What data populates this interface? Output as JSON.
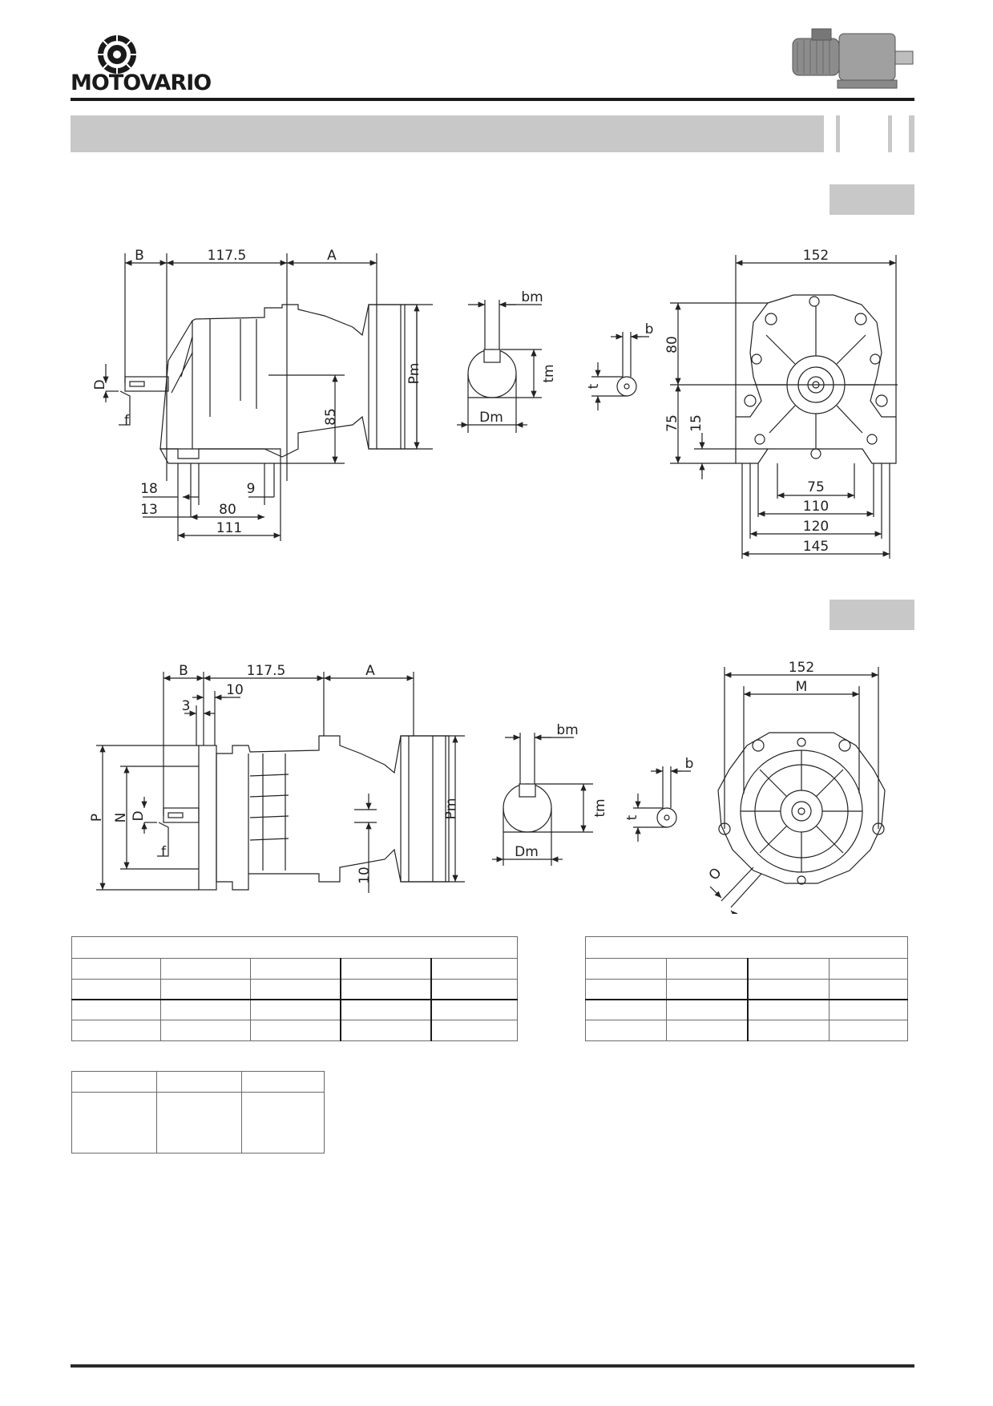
{
  "brand": {
    "name": "MOTOVARIO"
  },
  "colors": {
    "band": "#c8c8c8",
    "line": "#222222",
    "rule": "#1a1a1a"
  },
  "view_top": {
    "dims": {
      "B": "B",
      "len_117_5": "117.5",
      "A": "A",
      "Pm": "Pm",
      "D": "D",
      "f": "f",
      "d85": "85",
      "d18": "18",
      "d13": "13",
      "d9": "9",
      "d80": "80",
      "d111": "111",
      "bm": "bm",
      "tm": "tm",
      "Dm": "Dm",
      "b": "b",
      "t": "t",
      "d152": "152",
      "d80v": "80",
      "d75v": "75",
      "d15": "15",
      "d75": "75",
      "d110": "110",
      "d120": "120",
      "d145": "145"
    }
  },
  "view_bottom": {
    "dims": {
      "B": "B",
      "len_117_5": "117.5",
      "A": "A",
      "d10": "10",
      "d3": "3",
      "P": "P",
      "N": "N",
      "D": "D",
      "f": "f",
      "Pm": "Pm",
      "d10v": "10",
      "bm": "bm",
      "tm": "tm",
      "Dm": "Dm",
      "b": "b",
      "t": "t",
      "d152": "152",
      "M": "M",
      "O": "O"
    }
  }
}
